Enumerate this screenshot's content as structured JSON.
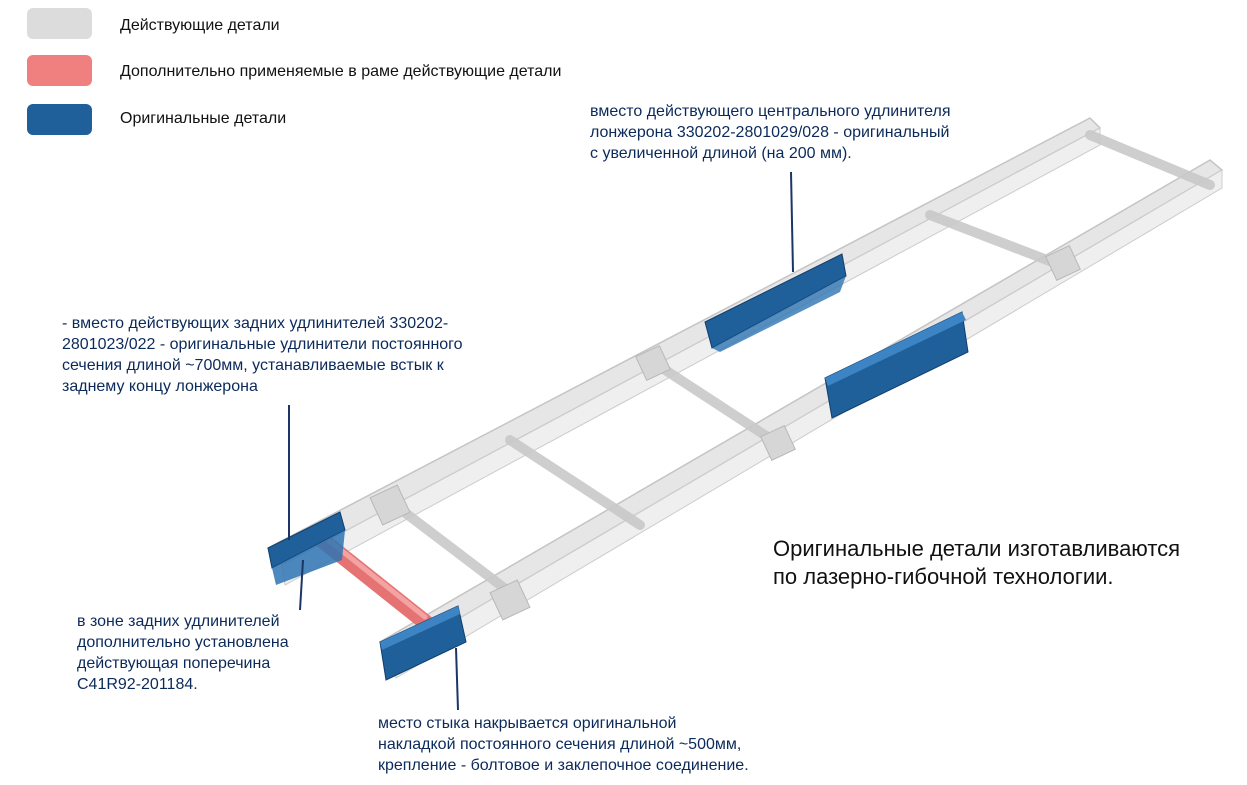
{
  "legend": {
    "items": [
      {
        "label": "Действующие детали",
        "color": "#dcdcdc"
      },
      {
        "label": "Дополнительно применяемые в раме действующие детали",
        "color": "#f08080"
      },
      {
        "label": "Оригинальные детали",
        "color": "#1f5f9a"
      }
    ]
  },
  "callouts": {
    "center_extension": [
      "вместо действующего центрального удлинителя",
      "лонжерона 330202-2801029/028 - оригинальный",
      "с увеличенной длиной (на 200 мм)."
    ],
    "rear_extensions": [
      "- вместо действующих задних удлинителей 330202-",
      "2801023/022 - оригинальные удлинители постоянного",
      "сечения длиной  ~700мм, устанавливаемые встык к",
      "заднему концу лонжерона"
    ],
    "crossmember": [
      "в зоне задних удлинителей",
      "дополнительно установлена",
      "действующая поперечина",
      "С41R92-201184."
    ],
    "joint": [
      "место стыка накрывается  оригинальной",
      "накладкой постоянного сечения длиной  ~500мм,",
      "крепление - болтовое и заклепочное соединение."
    ]
  },
  "note": [
    "Оригинальные детали изготавливаются",
    "по лазерно-гибочной технологии."
  ],
  "colors": {
    "callout_text": "#0b2a5a",
    "leader_line": "#1b3566",
    "frame_existing": "#e2e2e2",
    "frame_edge": "#bfbfbf",
    "additional_part": "#f08080",
    "original_part": "#1f5f9a"
  }
}
